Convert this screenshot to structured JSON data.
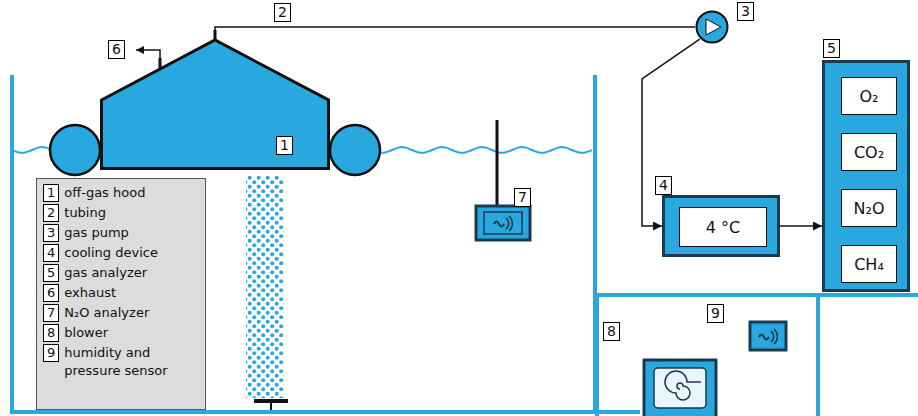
{
  "diagram": {
    "nodes": [
      {
        "text": [
          "1"
        ]
      },
      {
        "text": [
          "3"
        ]
      },
      {
        "text": [
          "4"
        ]
      },
      {
        "text": [
          "4 °C"
        ],
        "in": 2
      },
      {
        "text": [
          "5"
        ]
      },
      {
        "text": [
          "O₂"
        ],
        "in": 4
      },
      {
        "text": [
          "CO₂"
        ],
        "in": 4
      },
      {
        "text": [
          "N₂O"
        ],
        "in": 4
      },
      {
        "text": [
          "CH₄"
        ],
        "in": 4
      }
    ],
    "edges": [
      {
        "from": 0,
        "to": 1,
        "arrow": "none",
        "label": "2"
      },
      {
        "from": 1,
        "to": 2,
        "arrow": "to"
      },
      {
        "from": 2,
        "to": 4,
        "arrow": "to"
      }
    ],
    "labels": [
      "1",
      "2",
      "3",
      "4",
      "5",
      "6",
      "7",
      "8",
      "9",
      "6",
      "7",
      "8",
      "9"
    ],
    "legend": [
      {
        "text": "off-gas hood"
      },
      {
        "text": "tubing"
      },
      {
        "text": "gas pump"
      },
      {
        "text": "cooling device"
      },
      {
        "text": "gas analyzer"
      },
      {
        "text": "exhaust"
      },
      {
        "text": "N₂O analyzer"
      },
      {
        "text": "blower"
      },
      {
        "text": "humidity and pressure sensor"
      }
    ]
  }
}
